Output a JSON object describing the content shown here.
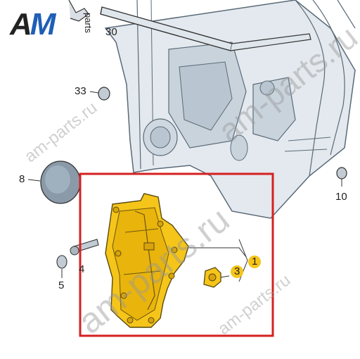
{
  "logo": {
    "letters_a": "A",
    "letters_m": "M",
    "suffix": "parts"
  },
  "callouts": {
    "c30": "30",
    "c33": "33",
    "c8": "8",
    "c10": "10",
    "c5": "5",
    "c4": "4",
    "c3": "3",
    "c1": "1"
  },
  "watermarks": {
    "w1": "am-parts.ru",
    "w2": "am-parts.ru",
    "w3": "am-parts.ru",
    "w4": "am-parts.ru"
  },
  "colors": {
    "highlight_frame": "#d62020",
    "part_yellow": "#f5c51a",
    "part_outline": "#5a4a10",
    "door_line": "#5a6a78",
    "door_fill": "#dfe6ec"
  }
}
